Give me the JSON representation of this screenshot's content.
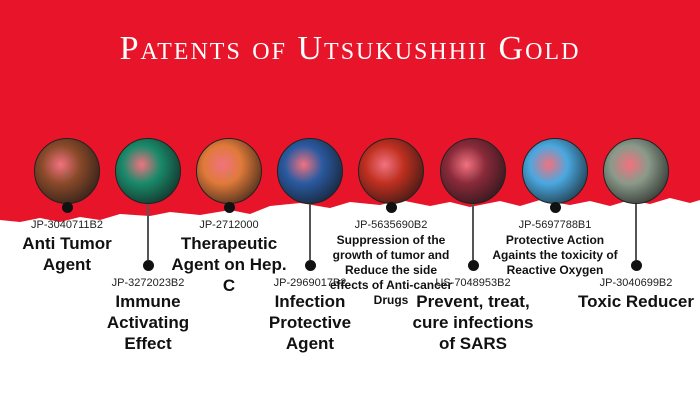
{
  "title": "Patents of Utsukushhii Gold",
  "patents": [
    {
      "id": "JP-3040711B2",
      "title": "Anti Tumor Agent",
      "image": "tumor-cells",
      "color": "#8a4a2a"
    },
    {
      "id": "JP-3272023B2",
      "title": "Immune Activating Effect",
      "image": "immune-cells",
      "color": "#1a8a6a"
    },
    {
      "id": "JP-2712000",
      "title": "Therapeutic Agent on Hep. C",
      "image": "hepatitis-virus",
      "color": "#e07a3a"
    },
    {
      "id": "JP-2969017B2",
      "title": "Infection Protective Agent",
      "image": "bacteria",
      "color": "#2a5aa0"
    },
    {
      "id": "JP-5635690B2",
      "title": "Suppression of the growth of tumor and Reduce the side effects of Anti-cancer Drugs",
      "image": "cancer-cells",
      "color": "#c03020"
    },
    {
      "id": "US-7048953B2",
      "title": "Prevent, treat, cure infections of SARS",
      "image": "coronavirus",
      "color": "#8a2a3a"
    },
    {
      "id": "JP-5697788B1",
      "title": "Protective Action Againts the toxicity of Reactive Oxygen",
      "image": "oxygen-bubbles",
      "color": "#4aa8e0"
    },
    {
      "id": "JP-3040699B2",
      "title": "Toxic Reducer",
      "image": "toxins",
      "color": "#8a9a8a"
    }
  ],
  "colors": {
    "banner": "#e8142a"
  }
}
